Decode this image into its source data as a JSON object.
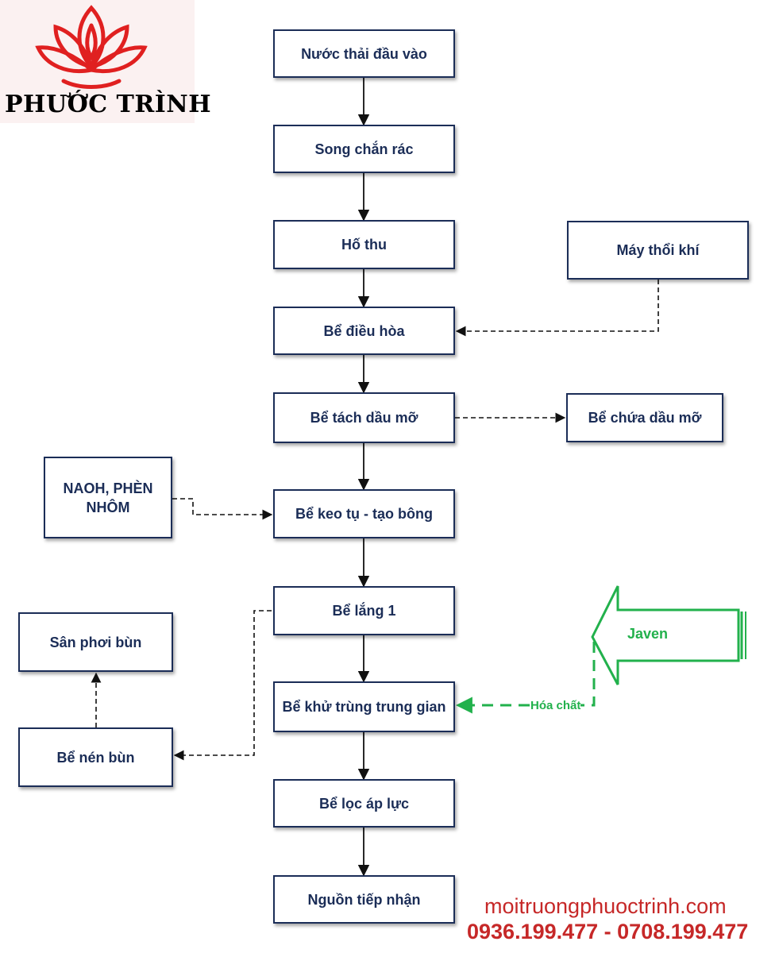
{
  "logo": {
    "brand": "PHƯỚC TRÌNH",
    "icon": "lotus-icon",
    "color": "#e02020"
  },
  "process_steps": [
    "Nước thải đầu vào",
    "Song chắn rác",
    "Hố thu",
    "Bể điều hòa",
    "Bể tách dầu mỡ",
    "Bể keo tụ - tạo bông",
    "Bể lắng 1",
    "Bể khử trùng trung gian",
    "Bể lọc áp lực",
    "Nguồn tiếp nhận"
  ],
  "side_units": {
    "blower": "Máy thổi khí",
    "oil_tank": "Bể chứa dầu mỡ",
    "coagulant": "NAOH, PHÈN NHÔM",
    "sludge_drying": "Sân phơi bùn",
    "sludge_press": "Bể nén bùn"
  },
  "disinfection": {
    "javen": "Javen",
    "chemical": "Hóa chất",
    "color": "#22b14c"
  },
  "contact": {
    "website": "moitruongphuoctrinh.com",
    "phones": "0936.199.477 - 0708.199.477",
    "color": "#c62828"
  },
  "colors": {
    "box_border": "#1b2d57",
    "text": "#1b2d57"
  }
}
